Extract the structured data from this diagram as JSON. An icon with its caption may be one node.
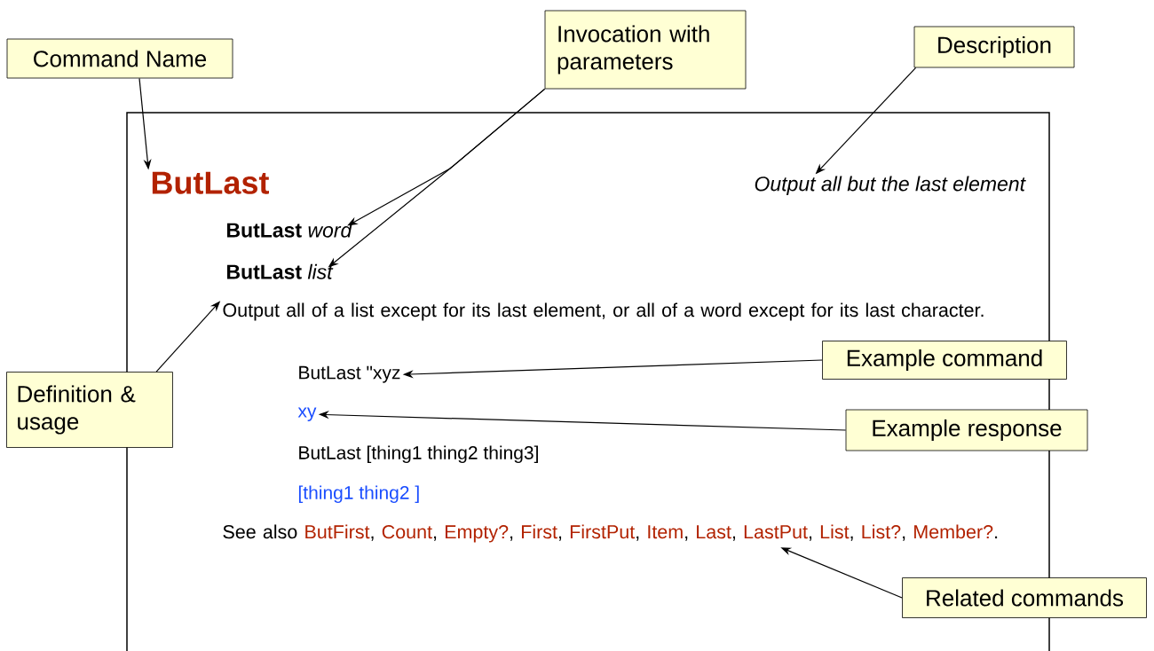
{
  "diagram": {
    "nodes": [
      {
        "text": [
          "Command Name"
        ]
      },
      {
        "text": [
          "Invocation with parameters"
        ]
      },
      {
        "text": [
          "Description"
        ]
      },
      {
        "text": [],
        "shape": "box"
      },
      {
        "text": [
          "ButLast"
        ],
        "in": 3
      },
      {
        "text": [
          "Output all but the last element"
        ],
        "in": 3
      },
      {
        "text": [
          "**ButLast** *word*"
        ],
        "in": 3
      },
      {
        "text": [
          "**ButLast** *list*"
        ],
        "in": 3
      },
      {
        "text": [
          "Output all of a list except for its last element, or all of a word except for its last character."
        ],
        "in": 3
      },
      {
        "text": [
          "ButLast \"xyz"
        ],
        "in": 3
      },
      {
        "text": [
          "xy"
        ],
        "in": 3
      },
      {
        "text": [
          "ButLast [thing1 thing2 thing3]"
        ],
        "in": 3
      },
      {
        "text": [
          "[thing1 thing2 ]"
        ],
        "in": 3
      },
      {
        "text": [
          "See also",
          "ButFirst",
          ",",
          "Count",
          ",",
          "Empty?",
          ",",
          "First",
          ",",
          "FirstPut",
          ",",
          "Item",
          ",",
          "Last",
          ",",
          "LastPut",
          ",",
          "List",
          ",",
          "List?",
          ",",
          "Member?",
          "."
        ],
        "in": 3
      },
      {
        "text": [
          "Definition & usage"
        ]
      },
      {
        "text": [
          "Example command"
        ]
      },
      {
        "text": [
          "Example response"
        ]
      },
      {
        "text": [
          "Related commands"
        ]
      }
    ],
    "edges": [
      {
        "from": 0,
        "to": 4,
        "arrow": "to"
      },
      {
        "from": 1,
        "to": 6,
        "arrow": "to"
      },
      {
        "from": 1,
        "to": 7,
        "arrow": "to"
      },
      {
        "from": 2,
        "to": 5,
        "arrow": "to"
      },
      {
        "from": 14,
        "to": 8,
        "arrow": "to"
      },
      {
        "from": 15,
        "to": 9,
        "arrow": "to"
      },
      {
        "from": 16,
        "to": 10,
        "arrow": "to"
      },
      {
        "from": 17,
        "to": 13,
        "arrow": "to"
      }
    ]
  }
}
